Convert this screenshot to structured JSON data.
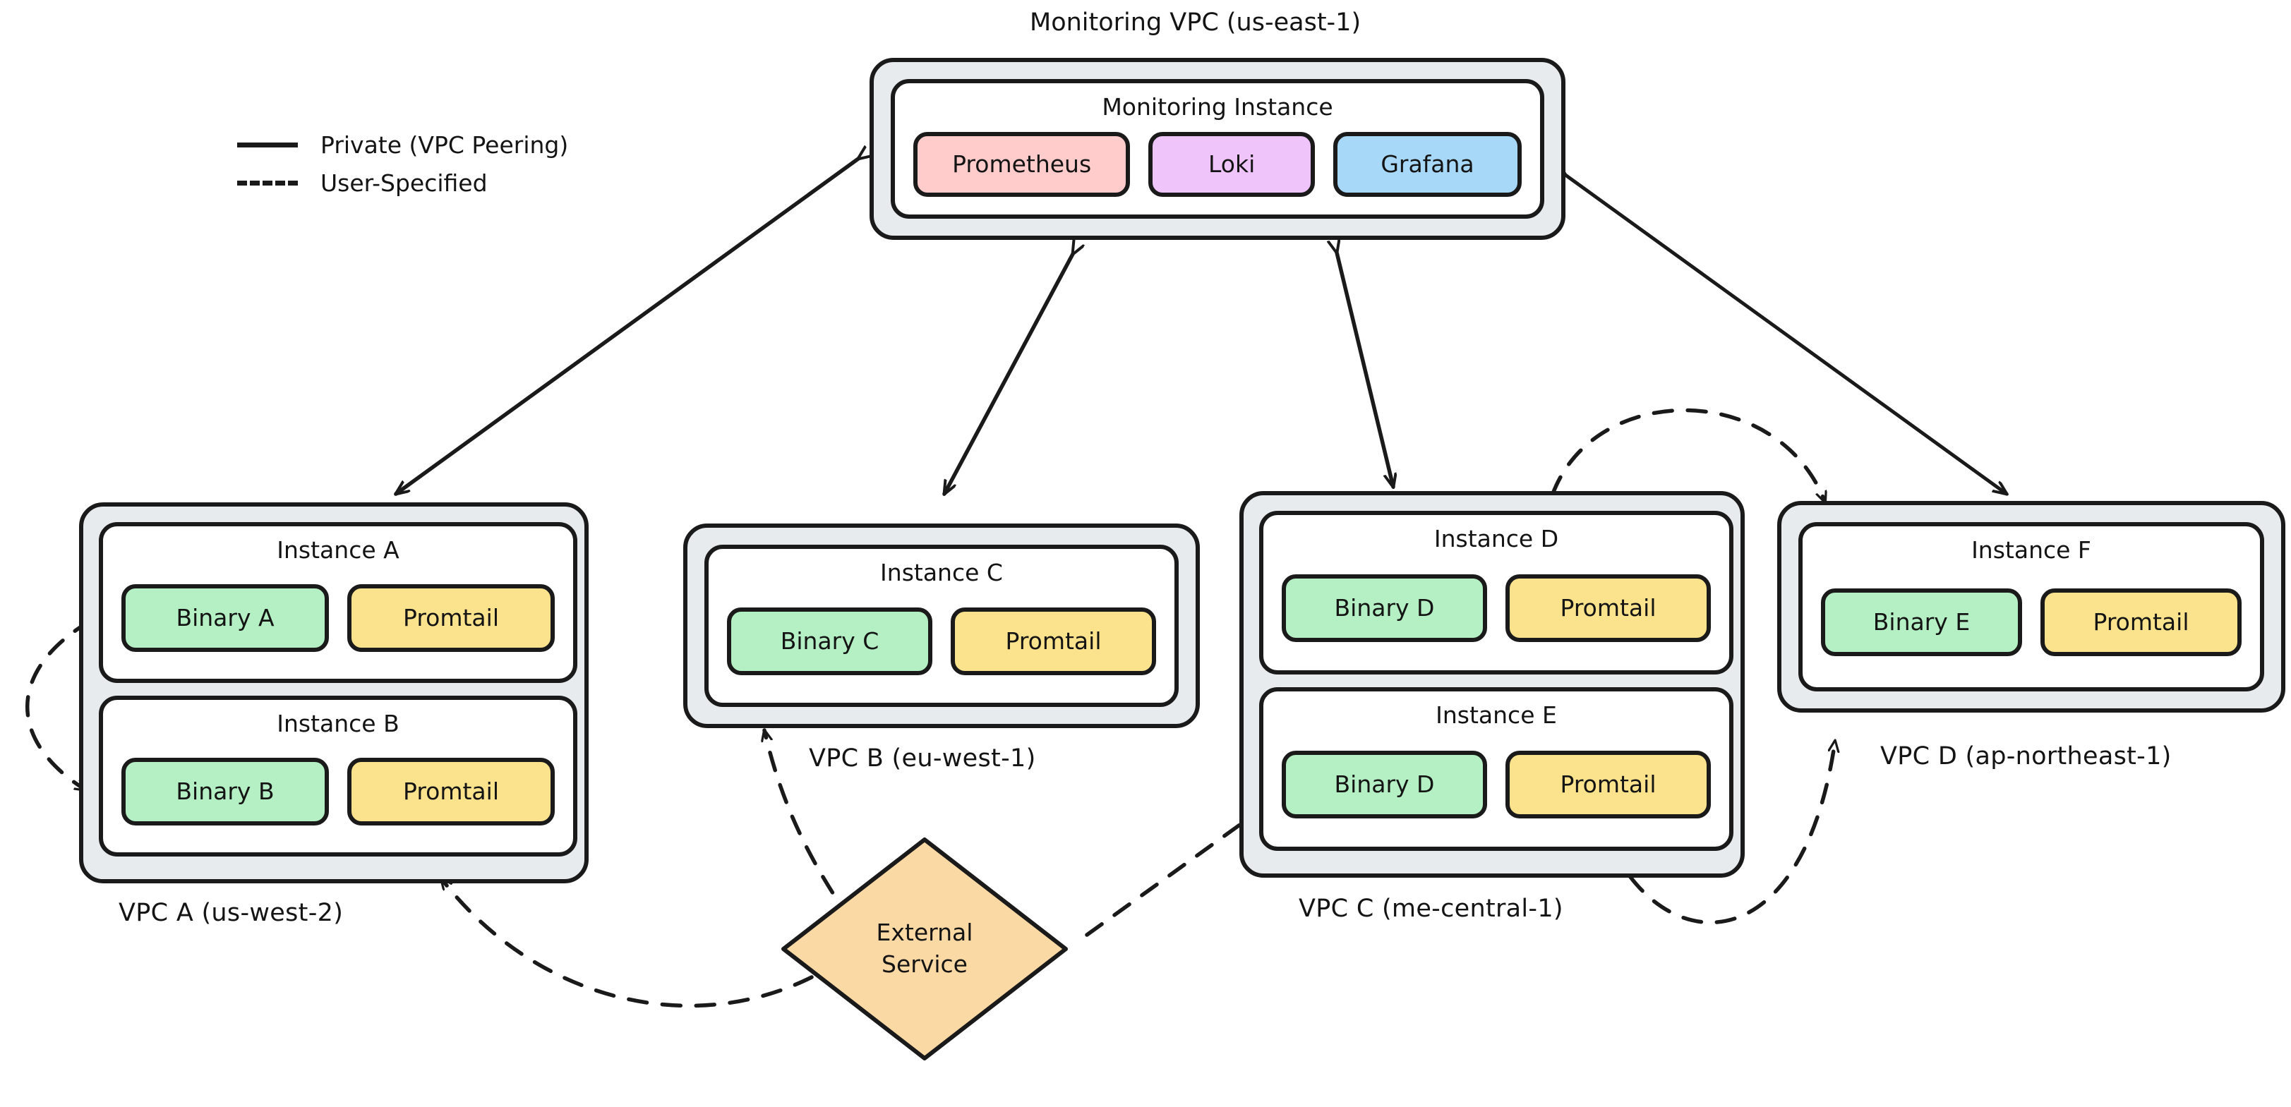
{
  "legend": {
    "items": [
      {
        "style": "solid",
        "label": "Private (VPC Peering)"
      },
      {
        "style": "dashed",
        "label": "User-Specified"
      }
    ]
  },
  "monitoring_vpc": {
    "label": "Monitoring VPC (us-east-1)",
    "instance": {
      "title": "Monitoring Instance",
      "components": [
        {
          "label": "Prometheus",
          "color": "#ffcbcb"
        },
        {
          "label": "Loki",
          "color": "#efc4fb"
        },
        {
          "label": "Grafana",
          "color": "#a8d8f8"
        }
      ]
    }
  },
  "vpcs": [
    {
      "id": "vpc-a",
      "label": "VPC A (us-west-2)",
      "instances": [
        {
          "title": "Instance A",
          "components": [
            {
              "label": "Binary A",
              "color": "#b4f0c4"
            },
            {
              "label": "Promtail",
              "color": "#fbe38e"
            }
          ]
        },
        {
          "title": "Instance B",
          "components": [
            {
              "label": "Binary B",
              "color": "#b4f0c4"
            },
            {
              "label": "Promtail",
              "color": "#fbe38e"
            }
          ]
        }
      ]
    },
    {
      "id": "vpc-b",
      "label": "VPC B (eu-west-1)",
      "instances": [
        {
          "title": "Instance C",
          "components": [
            {
              "label": "Binary C",
              "color": "#b4f0c4"
            },
            {
              "label": "Promtail",
              "color": "#fbe38e"
            }
          ]
        }
      ]
    },
    {
      "id": "vpc-c",
      "label": "VPC C (me-central-1)",
      "instances": [
        {
          "title": "Instance D",
          "components": [
            {
              "label": "Binary D",
              "color": "#b4f0c4"
            },
            {
              "label": "Promtail",
              "color": "#fbe38e"
            }
          ]
        },
        {
          "title": "Instance E",
          "components": [
            {
              "label": "Binary D",
              "color": "#b4f0c4"
            },
            {
              "label": "Promtail",
              "color": "#fbe38e"
            }
          ]
        }
      ]
    },
    {
      "id": "vpc-d",
      "label": "VPC D (ap-northeast-1)",
      "instances": [
        {
          "title": "Instance F",
          "components": [
            {
              "label": "Binary E",
              "color": "#b4f0c4"
            },
            {
              "label": "Promtail",
              "color": "#fbe38e"
            }
          ]
        }
      ]
    }
  ],
  "external_service": {
    "line1": "External",
    "line2": "Service",
    "color": "#fbd9a5"
  },
  "colors": {
    "vpc_fill": "#e7ebed",
    "stroke": "#1a1a1a",
    "instance_fill": "#ffffff",
    "green": "#b4f0c4",
    "yellow": "#fbe38e",
    "pink": "#ffcbcb",
    "purple": "#efc4fb",
    "blue": "#a8d8f8",
    "orange": "#fbd9a5"
  },
  "connections": [
    {
      "from": "monitoring-vpc",
      "to": "vpc-a",
      "style": "solid",
      "direction": "both"
    },
    {
      "from": "monitoring-vpc",
      "to": "vpc-b",
      "style": "solid",
      "direction": "both"
    },
    {
      "from": "monitoring-vpc",
      "to": "vpc-c",
      "style": "solid",
      "direction": "both"
    },
    {
      "from": "monitoring-vpc",
      "to": "vpc-d",
      "style": "solid",
      "direction": "both"
    },
    {
      "from": "instance-a",
      "to": "instance-b",
      "style": "dashed",
      "direction": "both"
    },
    {
      "from": "instance-d",
      "to": "instance-f",
      "style": "dashed",
      "direction": "both"
    },
    {
      "from": "instance-e",
      "to": "instance-f",
      "style": "dashed",
      "direction": "both"
    },
    {
      "from": "external-service",
      "to": "vpc-a",
      "style": "dashed",
      "direction": "to"
    },
    {
      "from": "external-service",
      "to": "vpc-b",
      "style": "dashed",
      "direction": "to"
    },
    {
      "from": "external-service",
      "to": "instance-e",
      "style": "dashed",
      "direction": "to"
    }
  ]
}
